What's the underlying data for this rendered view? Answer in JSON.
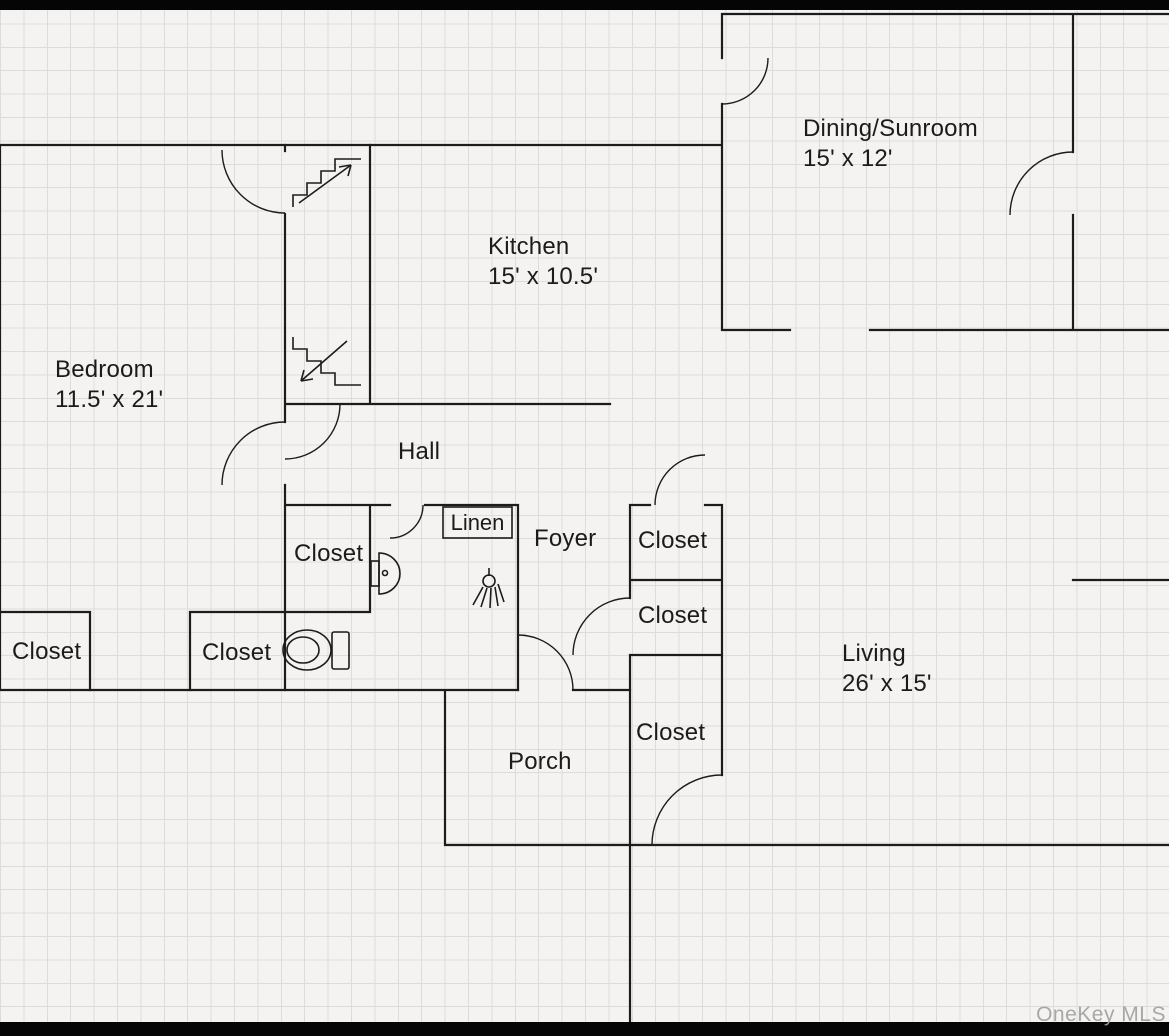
{
  "page": {
    "background_color": "#f4f3f1",
    "grid_color": "#dddcda",
    "wall_color": "#1c1c1c",
    "bar_color": "#050505"
  },
  "watermark": {
    "text": "OneKey MLS",
    "color": "#9e9e9e"
  },
  "rooms": {
    "dining": {
      "name": "Dining/Sunroom",
      "dims": "15' x 12'"
    },
    "kitchen": {
      "name": "Kitchen",
      "dims": "15' x 10.5'"
    },
    "bedroom": {
      "name": "Bedroom",
      "dims": "11.5' x 21'"
    },
    "living": {
      "name": "Living",
      "dims": "26' x 15'"
    },
    "hall": {
      "name": "Hall"
    },
    "foyer": {
      "name": "Foyer"
    },
    "porch": {
      "name": "Porch"
    },
    "linen": {
      "name": "Linen"
    },
    "closet_hall": {
      "name": "Closet"
    },
    "closet_bedroom_left": {
      "name": "Closet"
    },
    "closet_bedroom_right": {
      "name": "Closet"
    },
    "closet_foyer_top": {
      "name": "Closet"
    },
    "closet_foyer_middle": {
      "name": "Closet"
    },
    "closet_living": {
      "name": "Closet"
    }
  },
  "icons": {
    "stairs_up": "staircase-with-up-arrow",
    "stairs_down": "staircase-with-down-arrow",
    "toilet": "toilet-top-view",
    "sink": "wall-sink-top-view",
    "shower": "shower-head-with-spray",
    "door_arc": "door-swing-arc"
  }
}
